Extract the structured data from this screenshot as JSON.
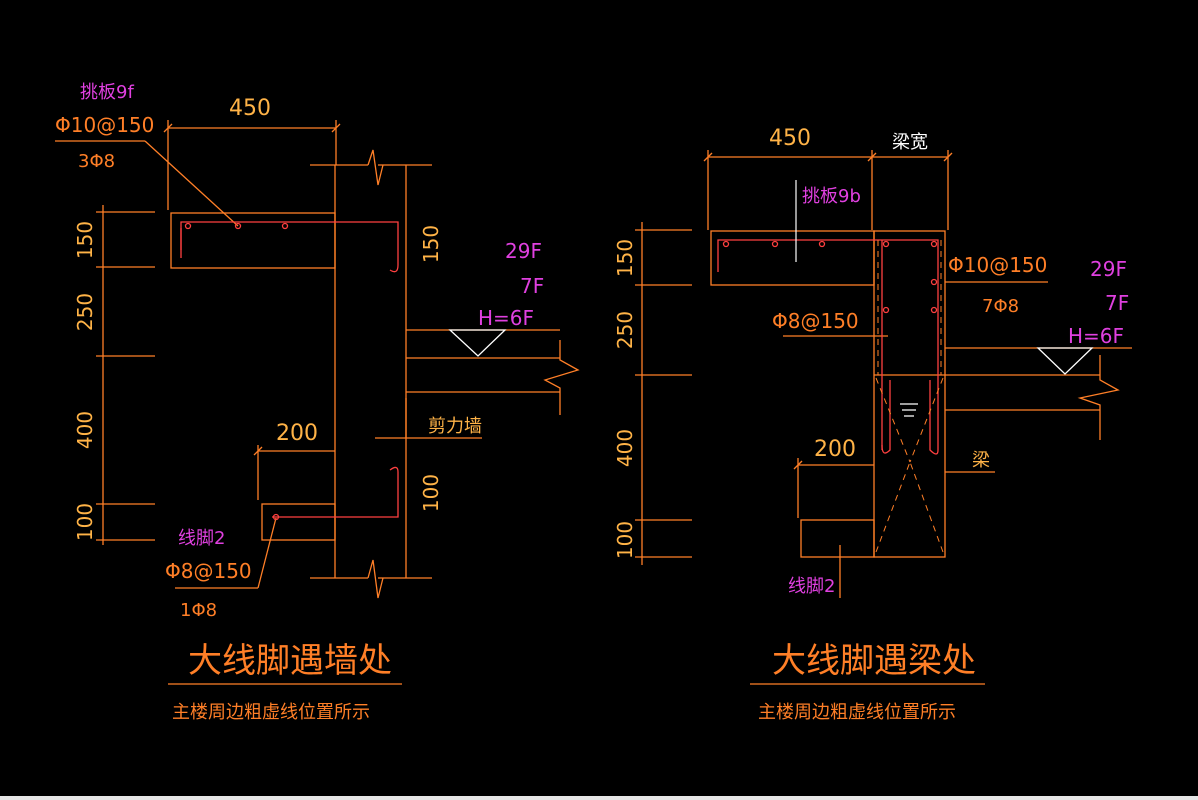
{
  "colors": {
    "background": "#000000",
    "line": "#ff7f27",
    "magenta": "#e040e0",
    "rebar": "#ff4040",
    "white": "#ffffff",
    "dims": "#ffb347"
  },
  "left": {
    "dim_450": "450",
    "dim_200": "200",
    "dim_150": "150",
    "dim_250": "250",
    "dim_400": "400",
    "dim_100": "100",
    "dim_wall_150": "150",
    "dim_wall_100": "100",
    "slab_tag": "挑板9f",
    "slab_bar1": "Φ10@150",
    "slab_bar2": "3Φ8",
    "floor_29f": "29F",
    "floor_7f": "7F",
    "level": "H=6F",
    "wall_label": "剪力墙",
    "foot_tag": "线脚2",
    "foot_bar1": "Φ8@150",
    "foot_bar2": "1Φ8",
    "title": "大线脚遇墙处",
    "subtitle": "主楼周边粗虚线位置所示"
  },
  "right": {
    "dim_450": "450",
    "dim_beam_width": "梁宽",
    "dim_200": "200",
    "dim_150": "150",
    "dim_250": "250",
    "dim_400": "400",
    "dim_100": "100",
    "slab_tag": "挑板9b",
    "beam_bar1": "Φ10@150",
    "beam_bar2": "7Φ8",
    "beam_bar3": "Φ8@150",
    "floor_29f": "29F",
    "floor_7f": "7F",
    "level": "H=6F",
    "beam_label": "梁",
    "foot_tag": "线脚2",
    "title": "大线脚遇梁处",
    "subtitle": "主楼周边粗虚线位置所示"
  }
}
